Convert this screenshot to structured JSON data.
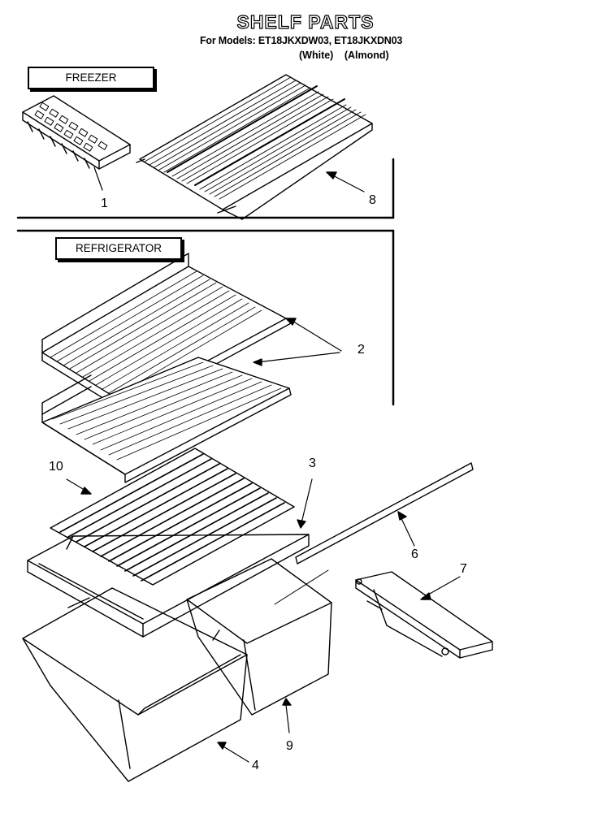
{
  "header": {
    "title": "SHELF PARTS",
    "models_line": "For Models: ET18JKXDW03, ET18JKXDN03",
    "variants": [
      "(White)",
      "(Almond)"
    ]
  },
  "sections": {
    "freezer": "FREEZER",
    "refrigerator": "REFRIGERATOR"
  },
  "callouts": {
    "c1": "1",
    "c2": "2",
    "c3": "3",
    "c4": "4",
    "c6": "6",
    "c7": "7",
    "c8": "8",
    "c9": "9",
    "c10": "10"
  }
}
